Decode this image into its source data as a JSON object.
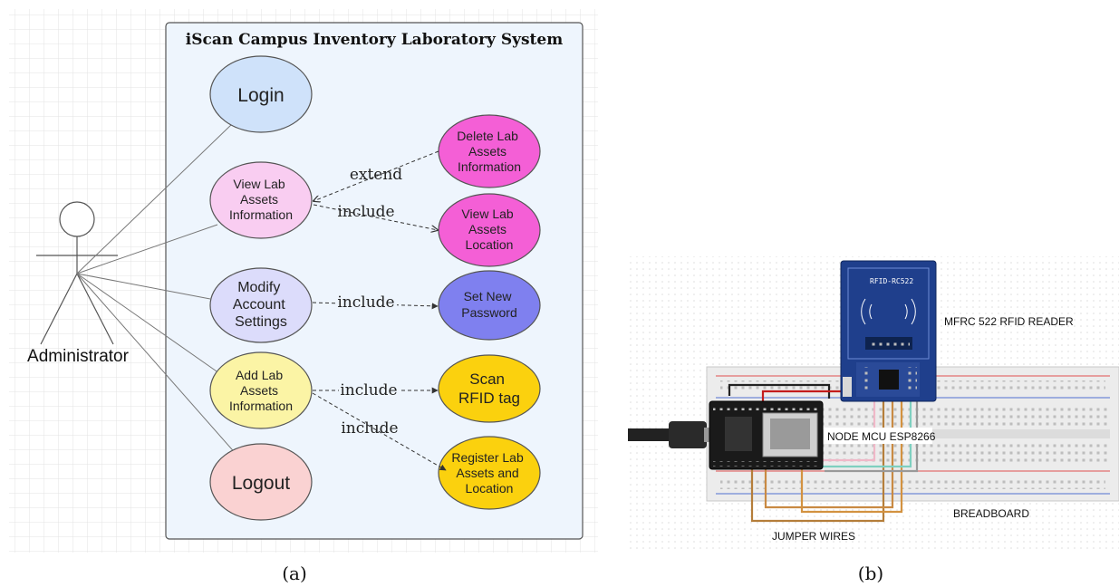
{
  "panel_a": {
    "system_title": "iScan Campus Inventory Laboratory System",
    "actor_label": "Administrator",
    "use_cases": {
      "login": "Login",
      "view_lab_assets": [
        "View Lab",
        "Assets",
        "Information"
      ],
      "modify_account": [
        "Modify",
        "Account",
        "Settings"
      ],
      "add_lab_assets": [
        "Add Lab",
        "Assets",
        "Information"
      ],
      "logout": "Logout",
      "delete_lab_assets": [
        "Delete Lab",
        "Assets",
        "Information"
      ],
      "view_lab_location": [
        "View Lab",
        "Assets",
        "Location"
      ],
      "set_new_password": [
        "Set New",
        "Password"
      ],
      "scan_rfid": [
        "Scan",
        "RFID tag"
      ],
      "register_lab_assets": [
        "Register Lab",
        "Assets and",
        "Location"
      ]
    },
    "relations": {
      "extend": "extend",
      "include": "include"
    },
    "colors": {
      "system_bg": "#eef5fd",
      "login": "#cfe2fa",
      "view_lab_assets": "#f9cdf1",
      "modify_account": "#dcdcfb",
      "add_lab_assets": "#fbf4a5",
      "logout": "#fad2d2",
      "delete_lab_assets": "#f45fd6",
      "view_lab_location": "#f45fd6",
      "set_new_password": "#7f80ef",
      "scan_rfid": "#fbd10e",
      "register_lab_assets": "#fbd10e"
    },
    "caption": "(a)"
  },
  "panel_b": {
    "labels": {
      "rfid_reader": "MFRC 522 RFID READER",
      "node_mcu": "NODE MCU ESP8266",
      "breadboard": "BREADBOARD",
      "jumper_wires": "JUMPER WIRES",
      "rfid_silk": "RFID-RC522"
    },
    "colors": {
      "rfid_board": "#1f3f8c",
      "mcu_board": "#1a1a1a",
      "breadboard": "#ececec"
    },
    "caption": "(b)"
  }
}
